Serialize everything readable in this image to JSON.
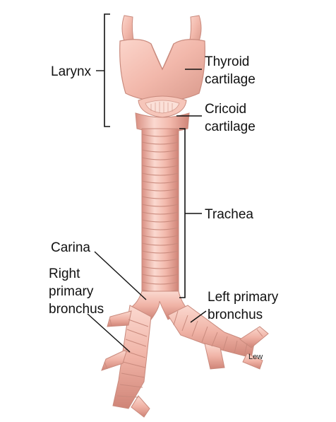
{
  "diagram": {
    "labels": {
      "larynx": "Larynx",
      "thyroid_line1": "Thyroid",
      "thyroid_line2": "cartilage",
      "cricoid_line1": "Cricoid",
      "cricoid_line2": "cartilage",
      "trachea": "Trachea",
      "carina": "Carina",
      "right_line1": "Right",
      "right_line2": "primary",
      "right_line3": "bronchus",
      "left_line1": "Left primary",
      "left_line2": "bronchus"
    },
    "signature": "Lew",
    "colors": {
      "tissue": "#f2b8ab",
      "tissue_dark": "#d98f82",
      "tissue_light": "#fbd9d0",
      "line": "#111111",
      "background": "#ffffff"
    }
  }
}
